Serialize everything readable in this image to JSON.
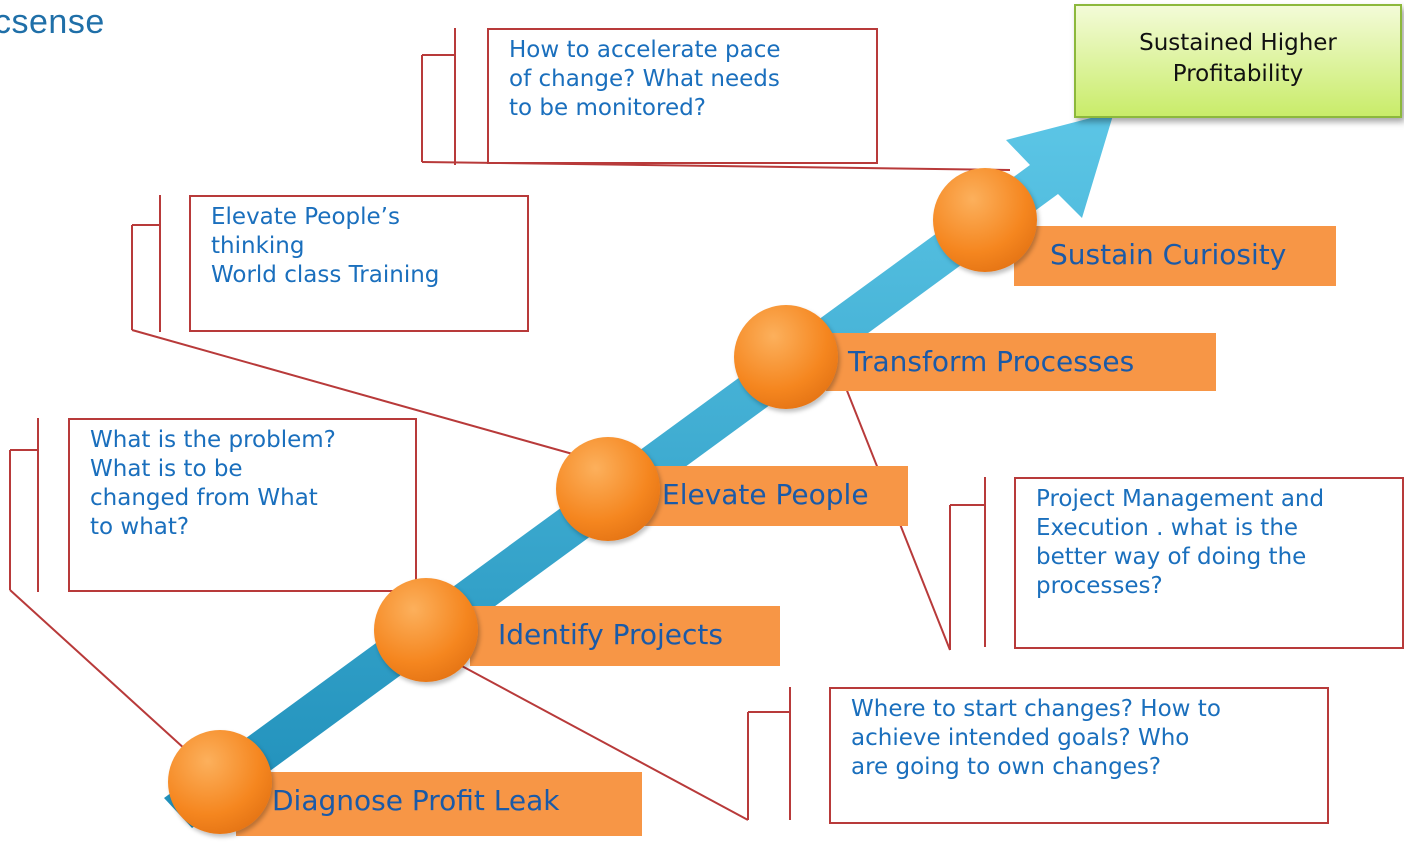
{
  "logo": {
    "text": "csense"
  },
  "goal": {
    "lines": [
      "Sustained Higher",
      "Profitability"
    ]
  },
  "steps": [
    {
      "label": "Diagnose Profit Leak"
    },
    {
      "label": "Identify Projects"
    },
    {
      "label": "Elevate People"
    },
    {
      "label": "Transform Processes"
    },
    {
      "label": "Sustain Curiosity"
    }
  ],
  "questions": {
    "diagnose": {
      "lines": [
        "What is the problem?",
        "What is to be",
        "changed from What",
        "to what?"
      ]
    },
    "identify": {
      "lines": [
        "Where to start changes? How to",
        "achieve intended goals? Who",
        "are going to own changes?"
      ]
    },
    "elevate": {
      "lines": [
        "Elevate  People’s",
        "thinking",
        "World class Training"
      ]
    },
    "transform": {
      "lines": [
        "Project Management and",
        "Execution . what is the",
        "better way of doing the",
        "processes?"
      ]
    },
    "sustain": {
      "lines": [
        "How to accelerate pace",
        "of change? What needs",
        "to be monitored?"
      ]
    }
  },
  "colors": {
    "arrow": "#2fa8cf",
    "bubble": "#f5861f",
    "step_label_bg": "#f79646",
    "step_label_text": "#1a5aa8",
    "question_border": "#b83a3a",
    "question_text": "#1a6fbd",
    "goal_bg": "#d4f07a"
  }
}
